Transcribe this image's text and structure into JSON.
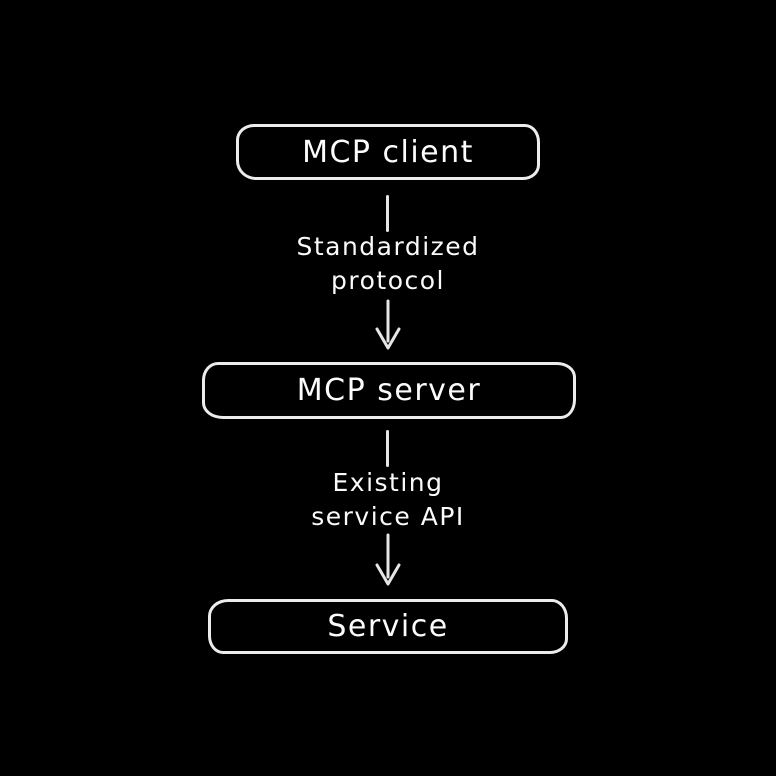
{
  "diagram": {
    "background_color": "#000000",
    "stroke_color": "#ececec",
    "text_color": "#fcfcfc",
    "nodes": [
      {
        "id": "mcp-client",
        "label": "MCP client"
      },
      {
        "id": "mcp-server",
        "label": "MCP server"
      },
      {
        "id": "service",
        "label": "Service"
      }
    ],
    "edges": [
      {
        "from": "mcp-client",
        "to": "mcp-server",
        "label_lines": [
          "Standardized",
          "protocol"
        ]
      },
      {
        "from": "mcp-server",
        "to": "service",
        "label_lines": [
          "Existing",
          "service API"
        ]
      }
    ]
  }
}
